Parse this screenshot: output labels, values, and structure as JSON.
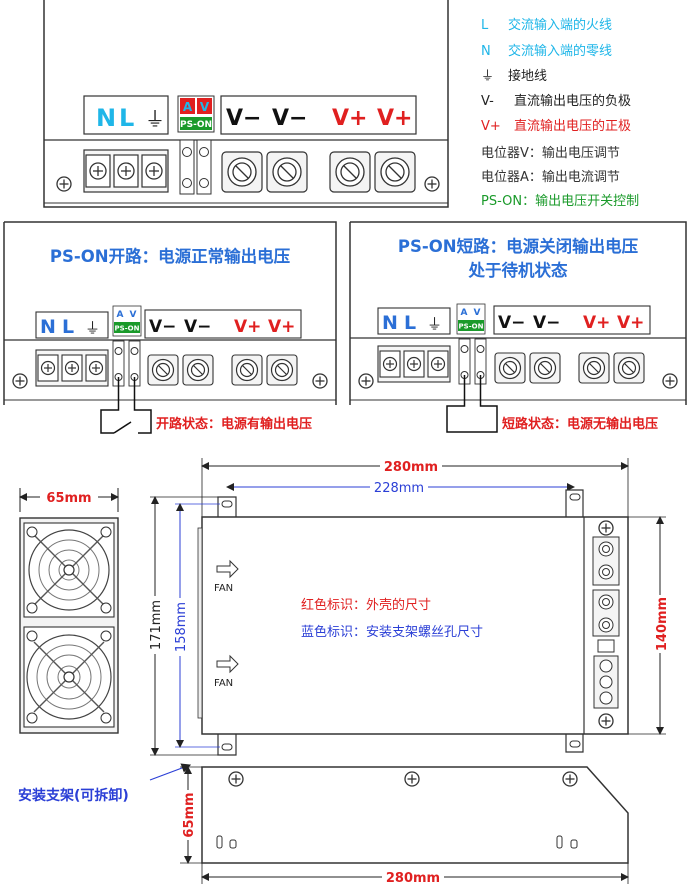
{
  "legend": {
    "items": [
      {
        "sym": "L",
        "text": "交流输入端的火线",
        "sym_color": "#1fb6e8",
        "text_color": "#1fb6e8"
      },
      {
        "sym": "N",
        "text": "交流输入端的零线",
        "sym_color": "#1fb6e8",
        "text_color": "#1fb6e8"
      },
      {
        "sym": "⏚",
        "text": "接地线",
        "sym_color": "#222222",
        "text_color": "#222222"
      },
      {
        "sym": "V-",
        "text": "直流输出电压的负极",
        "sym_color": "#222222",
        "text_color": "#222222"
      },
      {
        "sym": "V+",
        "text": "直流输出电压的正极",
        "sym_color": "#e02020",
        "text_color": "#e02020"
      },
      {
        "sym": "",
        "text": "电位器V：输出电压调节",
        "sym_color": "#333333",
        "text_color": "#333333"
      },
      {
        "sym": "",
        "text": "电位器A：输出电流调节",
        "sym_color": "#333333",
        "text_color": "#333333"
      },
      {
        "sym": "",
        "text": "PS-ON：输出电压开关控制",
        "sym_color": "#1a9a2a",
        "text_color": "#1a9a2a"
      }
    ]
  },
  "terminals": {
    "n": "N",
    "l": "L",
    "ground": "⏚",
    "pot_a": "A",
    "pot_v": "V",
    "ps_on": "PS-ON",
    "v_minus": "V−",
    "v_plus": "V+"
  },
  "open_panel": {
    "title": "PS-ON开路：电源正常输出电压",
    "status": "开路状态：电源有输出电压"
  },
  "short_panel": {
    "title_line1": "PS-ON短路：电源关闭输出电压",
    "title_line2": "处于待机状态",
    "status": "短路状态：电源无输出电压"
  },
  "dimensions": {
    "width_265": "65mm",
    "total_length": "280mm",
    "mount_spacing": "228mm",
    "height_171": "171mm",
    "height_158": "158mm",
    "height_140": "140mm",
    "bracket_height": "65mm",
    "bracket_length": "280mm",
    "fan_label": "FAN",
    "red_note": "红色标识：外壳的尺寸",
    "blue_note": "蓝色标识：安装支架螺丝孔尺寸",
    "bracket_note": "安装支架(可拆卸)"
  },
  "colors": {
    "blue_title": "#2b6fd6",
    "red": "#e02020",
    "green": "#1a9a2a",
    "cyan": "#1fb6e8",
    "blue_dim": "#2b3fd6"
  }
}
